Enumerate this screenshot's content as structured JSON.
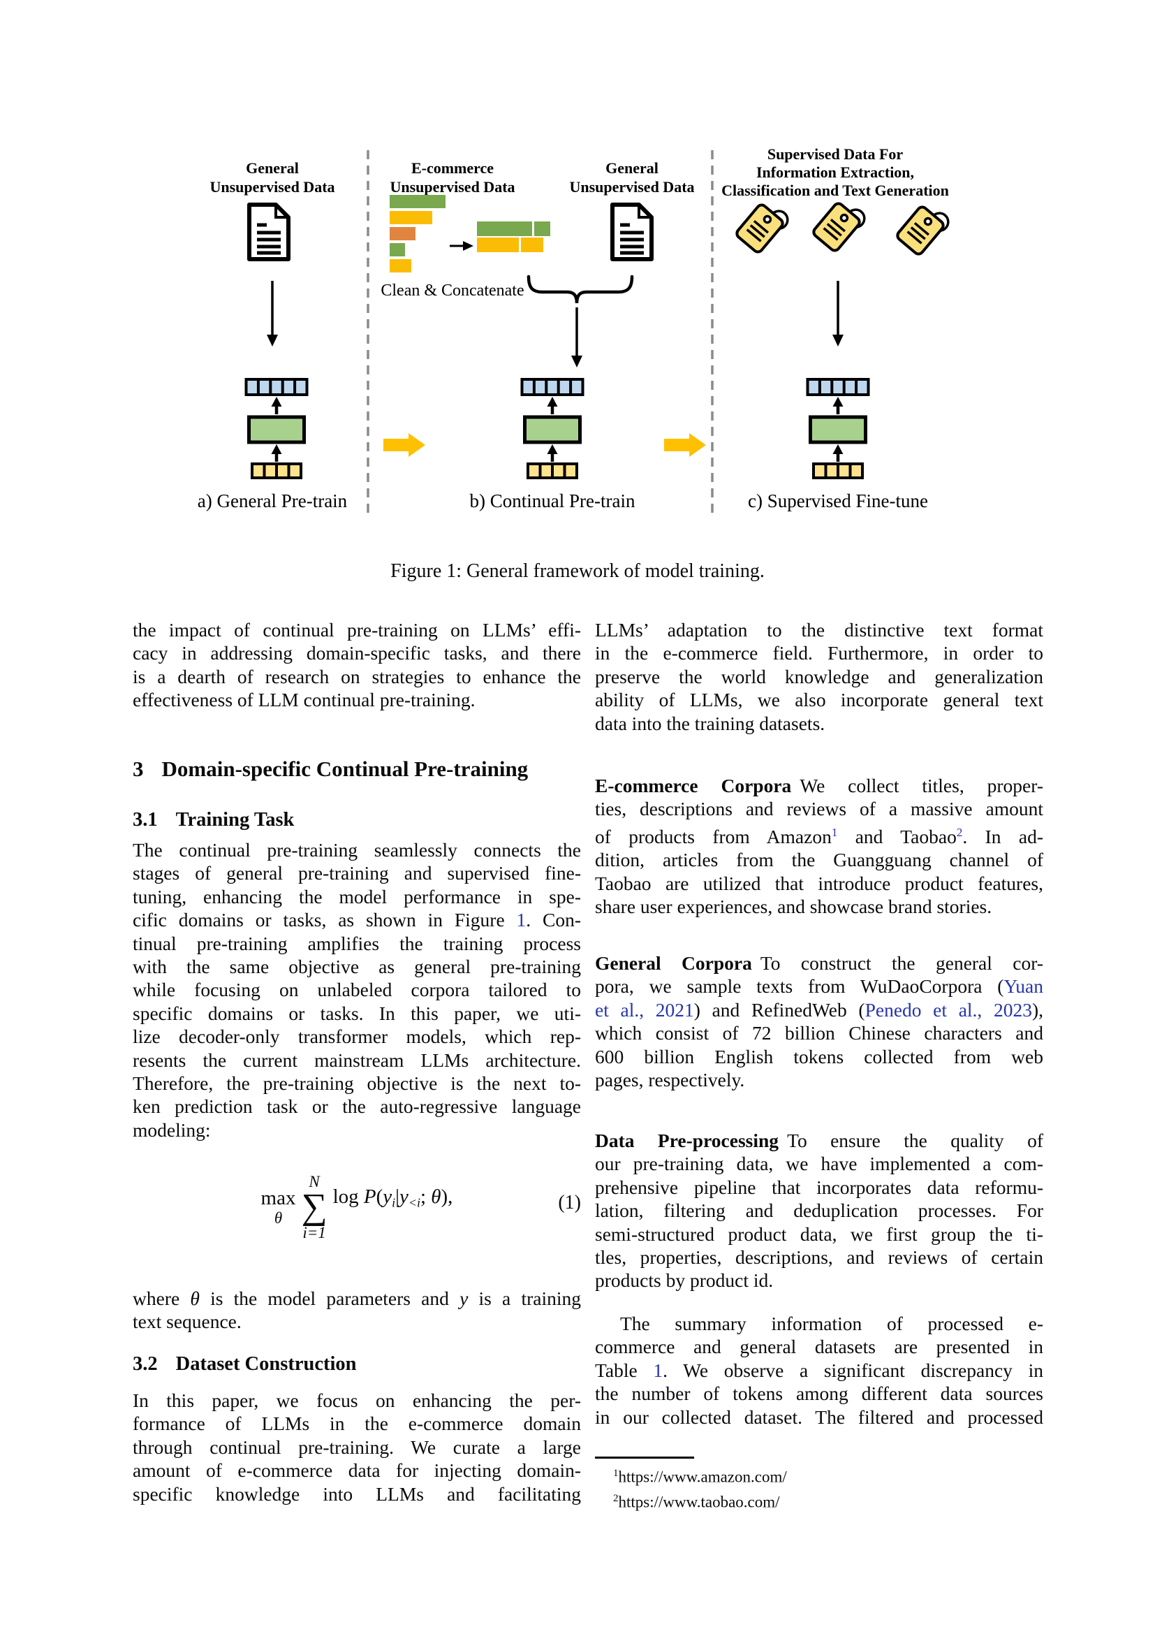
{
  "figure": {
    "caption": "Figure 1: General framework of model training.",
    "panels": {
      "a": {
        "title": [
          "General",
          "Unsupervised Data"
        ],
        "label": "a) General Pre-train"
      },
      "b": {
        "title": [
          "E-commerce",
          "Unsupervised Data"
        ],
        "clean": "Clean & Concatenate",
        "title2": [
          "General",
          "Unsupervised Data"
        ],
        "label": "b) Continual Pre-train"
      },
      "c": {
        "title": [
          "Supervised Data For",
          "Information Extraction,",
          "Classification and Text Generation"
        ],
        "label": "c) Supervised Fine-tune"
      }
    },
    "colors": {
      "green": "#79A84F",
      "amber": "#FBBC05",
      "orange": "#E08540",
      "token_blue": "#BDD7EE",
      "model_green": "#A9D18E",
      "token_yellow": "#FFE28E",
      "block_arrow": "#FFC001",
      "tag": "#FAE07C",
      "divider": "#8A8A8A"
    }
  },
  "sections": {
    "s3": {
      "num": "3",
      "title": "Domain-specific Continual Pre-training"
    },
    "s31": {
      "num": "3.1",
      "title": "Training Task"
    },
    "s32": {
      "num": "3.2",
      "title": "Dataset Construction"
    }
  },
  "columns": {
    "left": {
      "p0": {
        "lines": [
          "the impact of continual pre-training on LLMs’ effi-",
          "cacy in addressing domain-specific tasks, and there",
          "is a dearth of research on strategies to enhance the",
          "effectiveness of LLM continual pre-training."
        ]
      },
      "p1": {
        "lines": [
          "The continual pre-training seamlessly connects the",
          "stages of general pre-training and supervised fine-",
          "tuning, enhancing the model performance in spe-",
          [
            {
              "t": "cific domains or tasks, as shown in Figure "
            },
            {
              "t": "1",
              "s": "link"
            },
            {
              "t": ". Con-"
            }
          ],
          "tinual pre-training amplifies the training process",
          "with the same objective as general pre-training",
          "while focusing on unlabeled corpora tailored to",
          "specific domains or tasks. In this paper, we uti-",
          "lize decoder-only transformer models, which rep-",
          "resents the current mainstream LLMs architecture.",
          "Therefore, the pre-training objective is the next to-",
          "ken prediction task or the auto-regressive language",
          "modeling:"
        ]
      },
      "p2": {
        "lines": [
          [
            {
              "t": "where "
            },
            {
              "t": "θ",
              "s": "i"
            },
            {
              "t": " is the model parameters and "
            },
            {
              "t": "y",
              "s": "i"
            },
            {
              "t": " is a training"
            }
          ],
          "text sequence."
        ]
      },
      "p3": {
        "jl": 1,
        "lines": [
          "In this paper, we focus on enhancing the per-",
          "formance of LLMs in the e-commerce domain",
          "through continual pre-training. We curate a large",
          "amount of e-commerce data for injecting domain-",
          "specific knowledge into LLMs and facilitating"
        ]
      }
    },
    "right": {
      "p0": {
        "lines": [
          "LLMs’ adaptation to the distinctive text format",
          "in the e-commerce field. Furthermore, in order to",
          "preserve the world knowledge and generalization",
          "ability of LLMs, we also incorporate general text",
          "data into the training datasets."
        ]
      },
      "p1": {
        "lines": [
          [
            {
              "t": "E-commerce Corpora",
              "s": "b"
            },
            {
              "t": "We collect titles, proper-"
            }
          ],
          "ties, descriptions and reviews of a massive amount",
          [
            {
              "t": "of products from Amazon"
            },
            {
              "t": "1",
              "s": "suplink"
            },
            {
              "t": " and Taobao"
            },
            {
              "t": "2",
              "s": "suplink"
            },
            {
              "t": ". In ad-"
            }
          ],
          "dition, articles from the Guangguang channel of",
          "Taobao are utilized that introduce product features,",
          "share user experiences, and showcase brand stories."
        ]
      },
      "p2": {
        "lines": [
          [
            {
              "t": "General Corpora",
              "s": "b"
            },
            {
              "t": "To construct the general cor-"
            }
          ],
          [
            {
              "t": "pora, we sample texts from WuDaoCorpora ("
            },
            {
              "t": "Yuan",
              "s": "link"
            }
          ],
          [
            {
              "t": "et al., 2021",
              "s": "link"
            },
            {
              "t": ") and RefinedWeb ("
            },
            {
              "t": "Penedo et al., 2023",
              "s": "link"
            },
            {
              "t": "),"
            }
          ],
          "which consist of 72 billion Chinese characters and",
          "600 billion English tokens collected from web",
          "pages, respectively."
        ]
      },
      "p3": {
        "lines": [
          [
            {
              "t": "Data Pre-processing",
              "s": "b"
            },
            {
              "t": "To ensure the quality of"
            }
          ],
          "our pre-training data, we have implemented a com-",
          "prehensive pipeline that incorporates data reformu-",
          "lation, filtering and deduplication processes. For",
          "semi-structured product data, we first group the ti-",
          "tles, properties, descriptions, and reviews of certain",
          "products by product id."
        ]
      },
      "p4": {
        "indent": 1,
        "jl": 1,
        "lines": [
          "The summary information of processed e-",
          "commerce and general datasets are presented in",
          [
            {
              "t": "Table "
            },
            {
              "t": "1",
              "s": "link"
            },
            {
              "t": ". We observe a significant discrepancy in"
            }
          ],
          "the number of tokens among different data sources",
          "in our collected dataset. The filtered and processed"
        ]
      }
    }
  },
  "equation": {
    "max_label": "max",
    "max_sub": "θ",
    "sum_sup": "N",
    "sigma": "∑",
    "sum_sub": "i=1",
    "body": [
      {
        "t": "log "
      },
      {
        "t": "P",
        "s": "i"
      },
      {
        "t": "("
      },
      {
        "t": "y",
        "s": "i"
      },
      {
        "t": "i",
        "s": "sub"
      },
      {
        "t": "|"
      },
      {
        "t": "y",
        "s": "i"
      },
      {
        "t": "<i",
        "s": "sub"
      },
      {
        "t": "; "
      },
      {
        "t": "θ",
        "s": "i"
      },
      {
        "t": "),"
      }
    ],
    "number": "(1)"
  },
  "footnotes": [
    {
      "mark": "1",
      "url": "https://www.amazon.com/"
    },
    {
      "mark": "2",
      "url": "https://www.taobao.com/"
    }
  ]
}
